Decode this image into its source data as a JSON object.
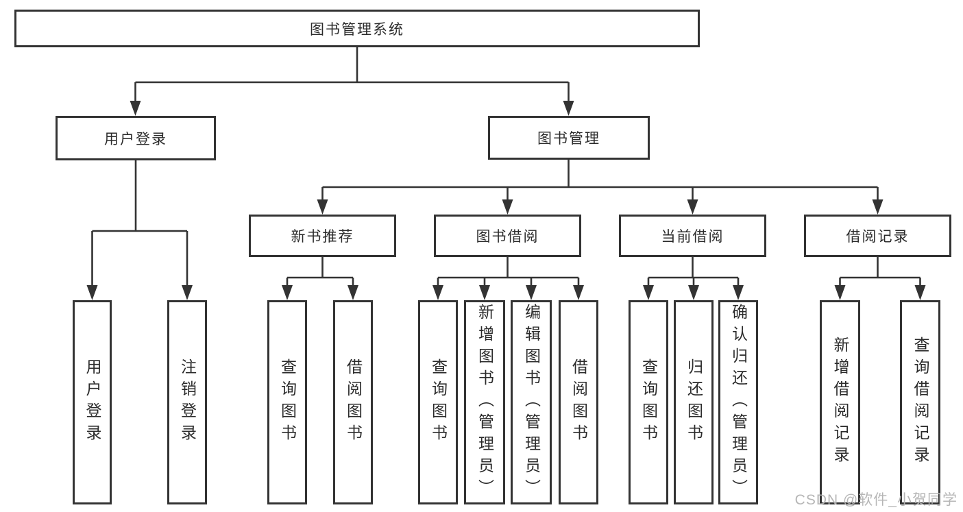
{
  "diagram": {
    "title_node": "图书管理系统",
    "colors": {
      "line": "#333333",
      "box_border": "#333333",
      "box_fill": "#ffffff",
      "text": "#2b2b2b",
      "watermark": "#b2b2b2"
    }
  },
  "nodes": {
    "root": {
      "label": "图书管理系统"
    },
    "user_login": {
      "label": "用户登录"
    },
    "book_mgmt": {
      "label": "图书管理"
    },
    "new_books": {
      "label": "新书推荐"
    },
    "book_borrow": {
      "label": "图书借阅"
    },
    "current_borrow": {
      "label": "当前借阅"
    },
    "borrow_records": {
      "label": "借阅记录"
    },
    "leaf_user_login": {
      "label": "用户登录"
    },
    "leaf_logout": {
      "label": "注销登录"
    },
    "leaf_nb_query": {
      "label": "查询图书"
    },
    "leaf_nb_borrow": {
      "label": "借阅图书"
    },
    "leaf_bb_query": {
      "label": "查询图书"
    },
    "leaf_bb_add": {
      "label": "新增图书（管理员）"
    },
    "leaf_bb_edit": {
      "label": "编辑图书（管理员）"
    },
    "leaf_bb_borrow": {
      "label": "借阅图书"
    },
    "leaf_cb_query": {
      "label": "查询图书"
    },
    "leaf_cb_return": {
      "label": "归还图书"
    },
    "leaf_cb_confirm": {
      "label": "确认归还（管理员）"
    },
    "leaf_br_add": {
      "label": "新增借阅记录"
    },
    "leaf_br_query": {
      "label": "查询借阅记录"
    }
  },
  "watermark": {
    "text": "CSDN @软件_小贺同学"
  }
}
